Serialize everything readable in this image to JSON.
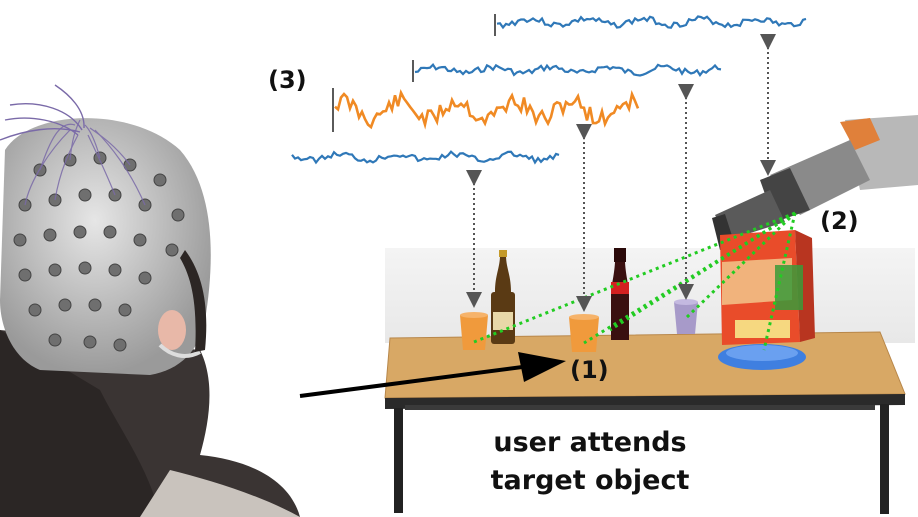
{
  "labels": {
    "step1": "(1)",
    "step2": "(2)",
    "step3": "(3)"
  },
  "caption": {
    "line1": "user attends",
    "line2": "target object"
  },
  "colors": {
    "eeg_signal": "#2f78b8",
    "target_signal": "#f08a24",
    "gaze_line": "#22cc22",
    "table_top": "#d6a25e",
    "table_frame": "#222222"
  },
  "scene_objects": [
    "user-with-eeg-cap",
    "robot-arm",
    "table",
    "orange-cup-left",
    "beer-bottle",
    "orange-cup-target",
    "cola-bottle",
    "purple-cup",
    "cereal-box",
    "blue-plate"
  ]
}
